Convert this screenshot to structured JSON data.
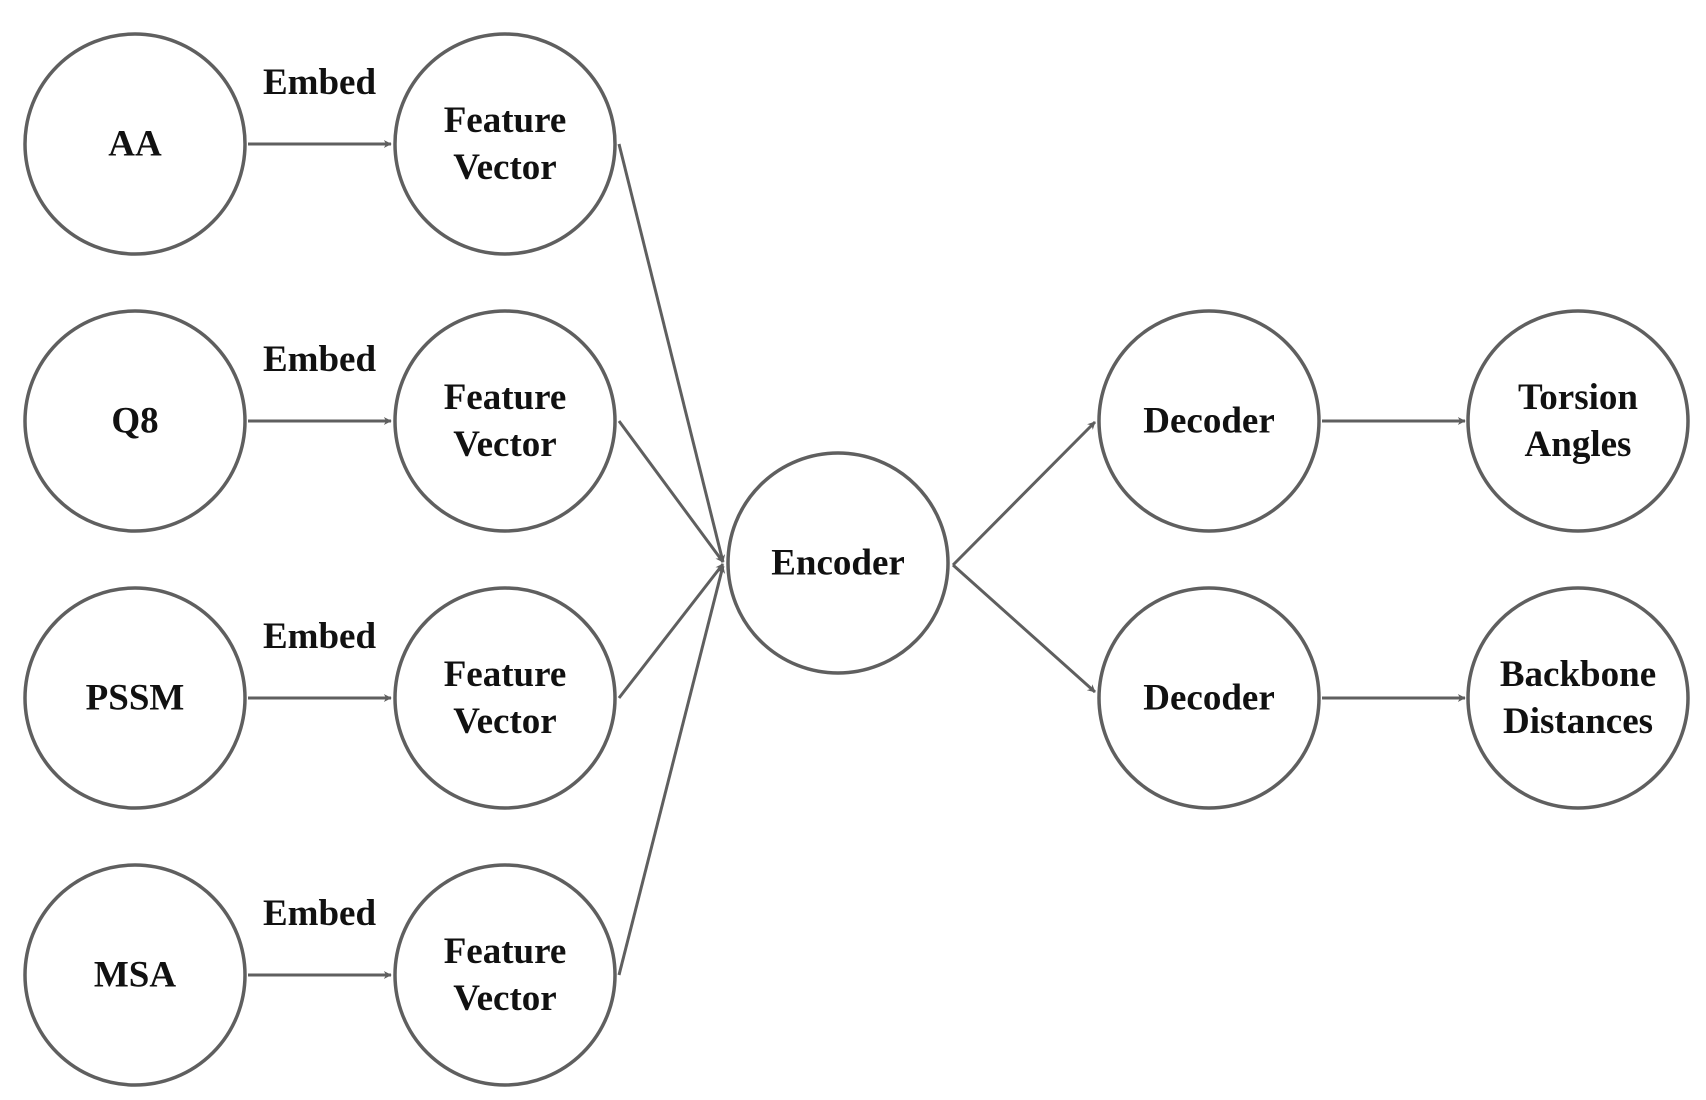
{
  "diagram": {
    "nodes": [
      {
        "id": "aa",
        "lines": [
          "AA"
        ]
      },
      {
        "id": "q8",
        "lines": [
          "Q8"
        ]
      },
      {
        "id": "pssm",
        "lines": [
          "PSSM"
        ]
      },
      {
        "id": "msa",
        "lines": [
          "MSA"
        ]
      },
      {
        "id": "fv1",
        "lines": [
          "Feature",
          "Vector"
        ]
      },
      {
        "id": "fv2",
        "lines": [
          "Feature",
          "Vector"
        ]
      },
      {
        "id": "fv3",
        "lines": [
          "Feature",
          "Vector"
        ]
      },
      {
        "id": "fv4",
        "lines": [
          "Feature",
          "Vector"
        ]
      },
      {
        "id": "encoder",
        "lines": [
          "Encoder"
        ]
      },
      {
        "id": "decoder1",
        "lines": [
          "Decoder"
        ]
      },
      {
        "id": "decoder2",
        "lines": [
          "Decoder"
        ]
      },
      {
        "id": "torsion",
        "lines": [
          "Torsion",
          "Angles"
        ]
      },
      {
        "id": "backbone",
        "lines": [
          "Backbone",
          "Distances"
        ]
      }
    ],
    "edges": [
      {
        "from": "aa",
        "to": "fv1",
        "label": "Embed"
      },
      {
        "from": "q8",
        "to": "fv2",
        "label": "Embed"
      },
      {
        "from": "pssm",
        "to": "fv3",
        "label": "Embed"
      },
      {
        "from": "msa",
        "to": "fv4",
        "label": "Embed"
      },
      {
        "from": "fv1",
        "to": "encoder",
        "label": ""
      },
      {
        "from": "fv2",
        "to": "encoder",
        "label": ""
      },
      {
        "from": "fv3",
        "to": "encoder",
        "label": ""
      },
      {
        "from": "fv4",
        "to": "encoder",
        "label": ""
      },
      {
        "from": "encoder",
        "to": "decoder1",
        "label": ""
      },
      {
        "from": "encoder",
        "to": "decoder2",
        "label": ""
      },
      {
        "from": "decoder1",
        "to": "torsion",
        "label": ""
      },
      {
        "from": "decoder2",
        "to": "backbone",
        "label": ""
      }
    ]
  }
}
